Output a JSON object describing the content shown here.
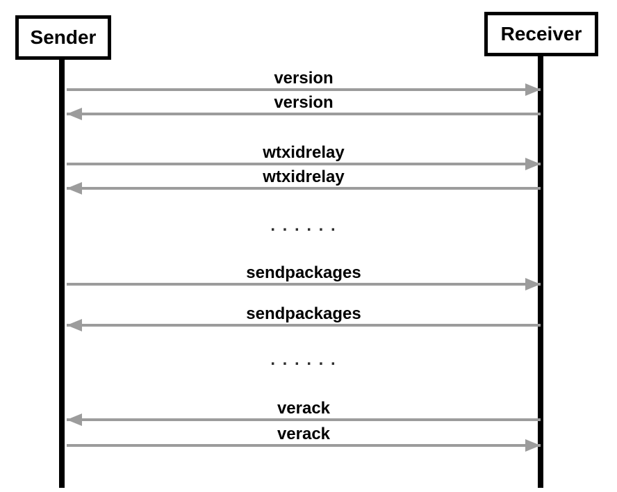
{
  "diagram": {
    "type": "sequence-diagram",
    "actors": [
      {
        "name": "Sender"
      },
      {
        "name": "Receiver"
      }
    ],
    "messages": [
      {
        "label": "version",
        "direction": "to_receiver"
      },
      {
        "label": "version",
        "direction": "to_sender"
      },
      {
        "label": "wtxidrelay",
        "direction": "to_receiver"
      },
      {
        "label": "wtxidrelay",
        "direction": "to_sender"
      },
      {
        "label": ". . . . . .",
        "direction": "ellipsis"
      },
      {
        "label": "sendpackages",
        "direction": "to_receiver"
      },
      {
        "label": "sendpackages",
        "direction": "to_sender"
      },
      {
        "label": ". . . . . .",
        "direction": "ellipsis"
      },
      {
        "label": "verack",
        "direction": "to_sender"
      },
      {
        "label": "verack",
        "direction": "to_receiver"
      }
    ],
    "colors": {
      "arrow": "#9c9c9c",
      "lifeline": "#000000",
      "actor_border": "#000000",
      "text": "#000000",
      "background": "#ffffff"
    }
  }
}
